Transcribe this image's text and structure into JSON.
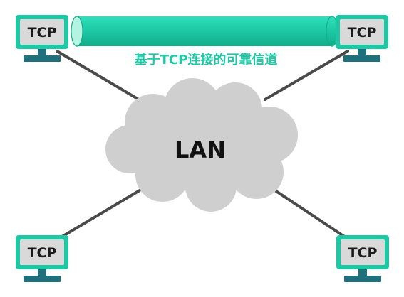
{
  "nodes": {
    "top_left": {
      "label": "TCP"
    },
    "top_right": {
      "label": "TCP"
    },
    "bottom_left": {
      "label": "TCP"
    },
    "bottom_right": {
      "label": "TCP"
    }
  },
  "network": {
    "label": "LAN"
  },
  "channel": {
    "label": "基于TCP连接的可靠信道"
  },
  "colors": {
    "accent": "#1fc8a4",
    "monitor_frame": "#1fc8a4",
    "monitor_screen": "#d9d9d9",
    "monitor_stand": "#1f6f7d",
    "cloud_fill": "#cfcfcf",
    "link_line": "#4a4a4a"
  }
}
